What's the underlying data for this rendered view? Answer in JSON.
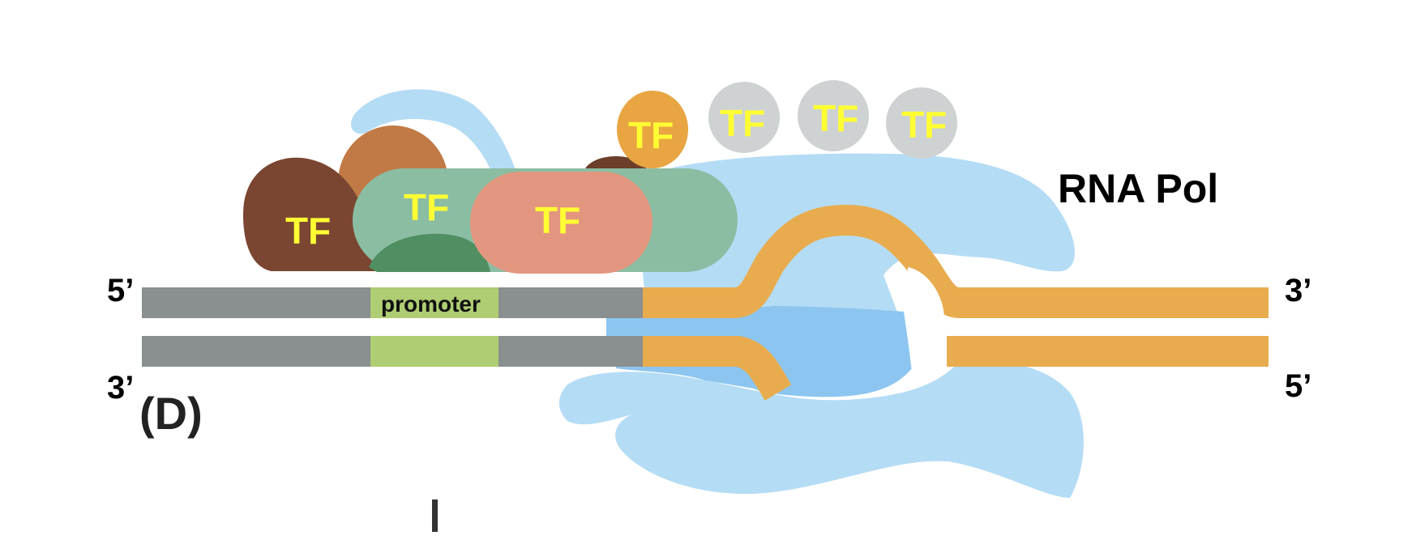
{
  "figure": {
    "panel_label": "(D)",
    "polymerase_label": "RNA Pol",
    "promoter_label": "promoter"
  },
  "strand_ends": {
    "top_left": "5’",
    "bottom_left": "3’",
    "top_right": "3’",
    "bottom_right": "5’"
  },
  "transcription_factors": [
    {
      "id": "tf-brown",
      "label": "TF",
      "color": "#7a4631"
    },
    {
      "id": "tf-green",
      "label": "TF",
      "color": "#8bbda3"
    },
    {
      "id": "tf-salmon",
      "label": "TF",
      "color": "#e3967f"
    },
    {
      "id": "tf-orange",
      "label": "TF",
      "color": "#e8a542"
    },
    {
      "id": "tf-gray-1",
      "label": "TF",
      "color": "#cfd2d2"
    },
    {
      "id": "tf-gray-2",
      "label": "TF",
      "color": "#cfd2d2"
    },
    {
      "id": "tf-gray-3",
      "label": "TF",
      "color": "#cfd2d2"
    }
  ],
  "colors": {
    "tf_label": "#ffff33",
    "dna_gray": "#8a8f8f",
    "dna_orange": "#e8ac4e",
    "promoter_green": "#afcd72",
    "polymerase_blue": "#b5dcf5",
    "polymerase_inner_blue": "#8cc6f0",
    "copper_blob": "#c17a45",
    "dark_green_blob": "#4f8f62"
  }
}
